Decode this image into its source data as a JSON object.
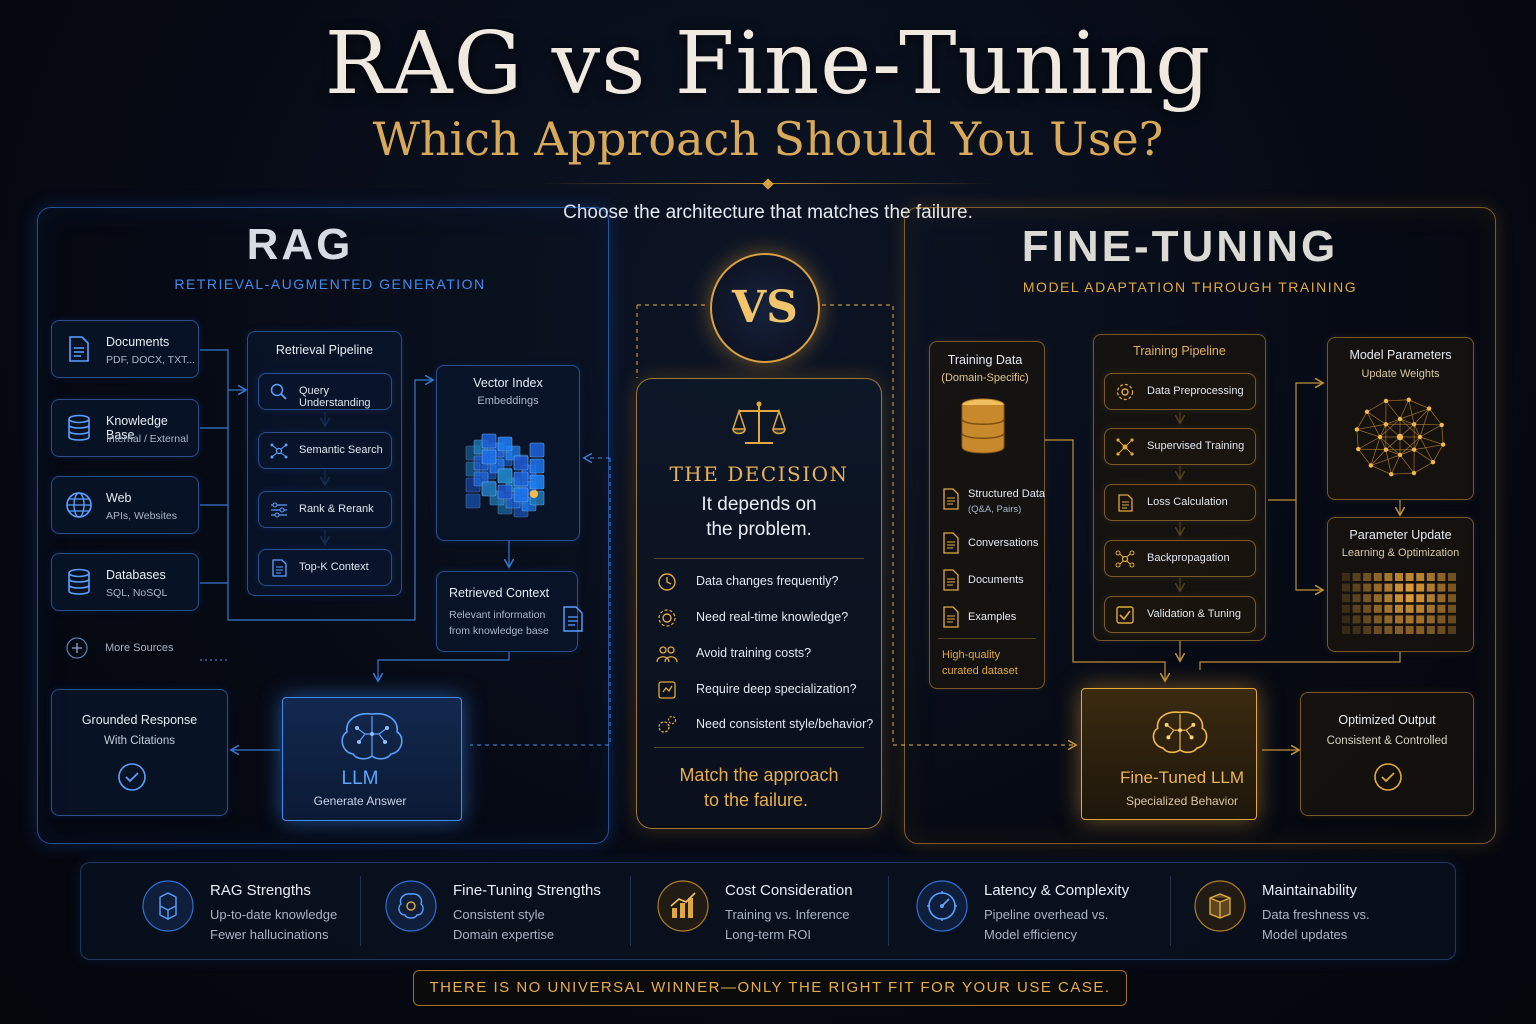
{
  "header": {
    "title": "RAG vs Fine-Tuning",
    "subtitle": "Which Approach Should You Use?",
    "tagline": "Choose the architecture that matches the failure."
  },
  "rag": {
    "title": "RAG",
    "subtitle": "RETRIEVAL-AUGMENTED GENERATION",
    "sources": [
      {
        "name": "Documents",
        "detail": "PDF, DOCX, TXT...",
        "icon": "document-icon"
      },
      {
        "name": "Knowledge Base",
        "detail": "Internal / External",
        "icon": "database-icon"
      },
      {
        "name": "Web",
        "detail": "APIs, Websites",
        "icon": "globe-icon"
      },
      {
        "name": "Databases",
        "detail": "SQL, NoSQL",
        "icon": "database-icon"
      }
    ],
    "more_sources": "More Sources",
    "pipeline": {
      "title": "Retrieval Pipeline",
      "steps": [
        "Query Understanding",
        "Semantic Search",
        "Rank & Rerank",
        "Top-K Context"
      ]
    },
    "vector_index": {
      "title": "Vector Index",
      "subtitle": "Embeddings"
    },
    "retrieved_context": {
      "title": "Retrieved Context",
      "line1": "Relevant information",
      "line2": "from knowledge base"
    },
    "llm": {
      "title": "LLM",
      "subtitle": "Generate Answer"
    },
    "response": {
      "title": "Grounded Response",
      "subtitle": "With Citations"
    },
    "accent_color": "#3f8cf0"
  },
  "center": {
    "vs": "VS",
    "decision_title": "THE DECISION",
    "decision_line1": "It depends on",
    "decision_line2": "the problem.",
    "questions": [
      "Data changes frequently?",
      "Need real-time knowledge?",
      "Avoid training costs?",
      "Require deep specialization?",
      "Need consistent style/behavior?"
    ],
    "conclusion_line1": "Match the approach",
    "conclusion_line2": "to the failure."
  },
  "finetuning": {
    "title": "FINE-TUNING",
    "subtitle": "MODEL ADAPTATION THROUGH TRAINING",
    "training_data": {
      "title": "Training Data",
      "subtitle": "(Domain-Specific)",
      "items": [
        {
          "name": "Structured Data",
          "detail": "(Q&A, Pairs)"
        },
        {
          "name": "Conversations",
          "detail": ""
        },
        {
          "name": "Documents",
          "detail": ""
        },
        {
          "name": "Examples",
          "detail": ""
        }
      ],
      "note_line1": "High-quality",
      "note_line2": "curated dataset"
    },
    "pipeline": {
      "title": "Training Pipeline",
      "steps": [
        "Data Preprocessing",
        "Supervised Training",
        "Loss Calculation",
        "Backpropagation",
        "Validation & Tuning"
      ]
    },
    "model_parameters": {
      "title": "Model Parameters",
      "subtitle": "Update Weights"
    },
    "parameter_update": {
      "title": "Parameter Update",
      "subtitle": "Learning & Optimization"
    },
    "llm": {
      "title": "Fine-Tuned LLM",
      "subtitle": "Specialized Behavior"
    },
    "output": {
      "title": "Optimized Output",
      "subtitle": "Consistent & Controlled"
    },
    "accent_color": "#e0a93f"
  },
  "features": [
    {
      "title": "RAG Strengths",
      "line1": "Up-to-date knowledge",
      "line2": "Fewer hallucinations",
      "icon": "cubes-icon",
      "color": "#3f8cf0"
    },
    {
      "title": "Fine-Tuning Strengths",
      "line1": "Consistent style",
      "line2": "Domain expertise",
      "icon": "brain-gear-icon",
      "color": "#3f8cf0"
    },
    {
      "title": "Cost Consideration",
      "line1": "Training vs. Inference",
      "line2": "Long-term ROI",
      "icon": "bar-chart-icon",
      "color": "#e0a93f"
    },
    {
      "title": "Latency & Complexity",
      "line1": "Pipeline overhead vs.",
      "line2": "Model efficiency",
      "icon": "gauge-icon",
      "color": "#3f8cf0"
    },
    {
      "title": "Maintainability",
      "line1": "Data freshness vs.",
      "line2": "Model updates",
      "icon": "box-icon",
      "color": "#e0a93f"
    }
  ],
  "footer": "THERE IS NO UNIVERSAL WINNER—ONLY THE RIGHT FIT FOR YOUR USE CASE."
}
